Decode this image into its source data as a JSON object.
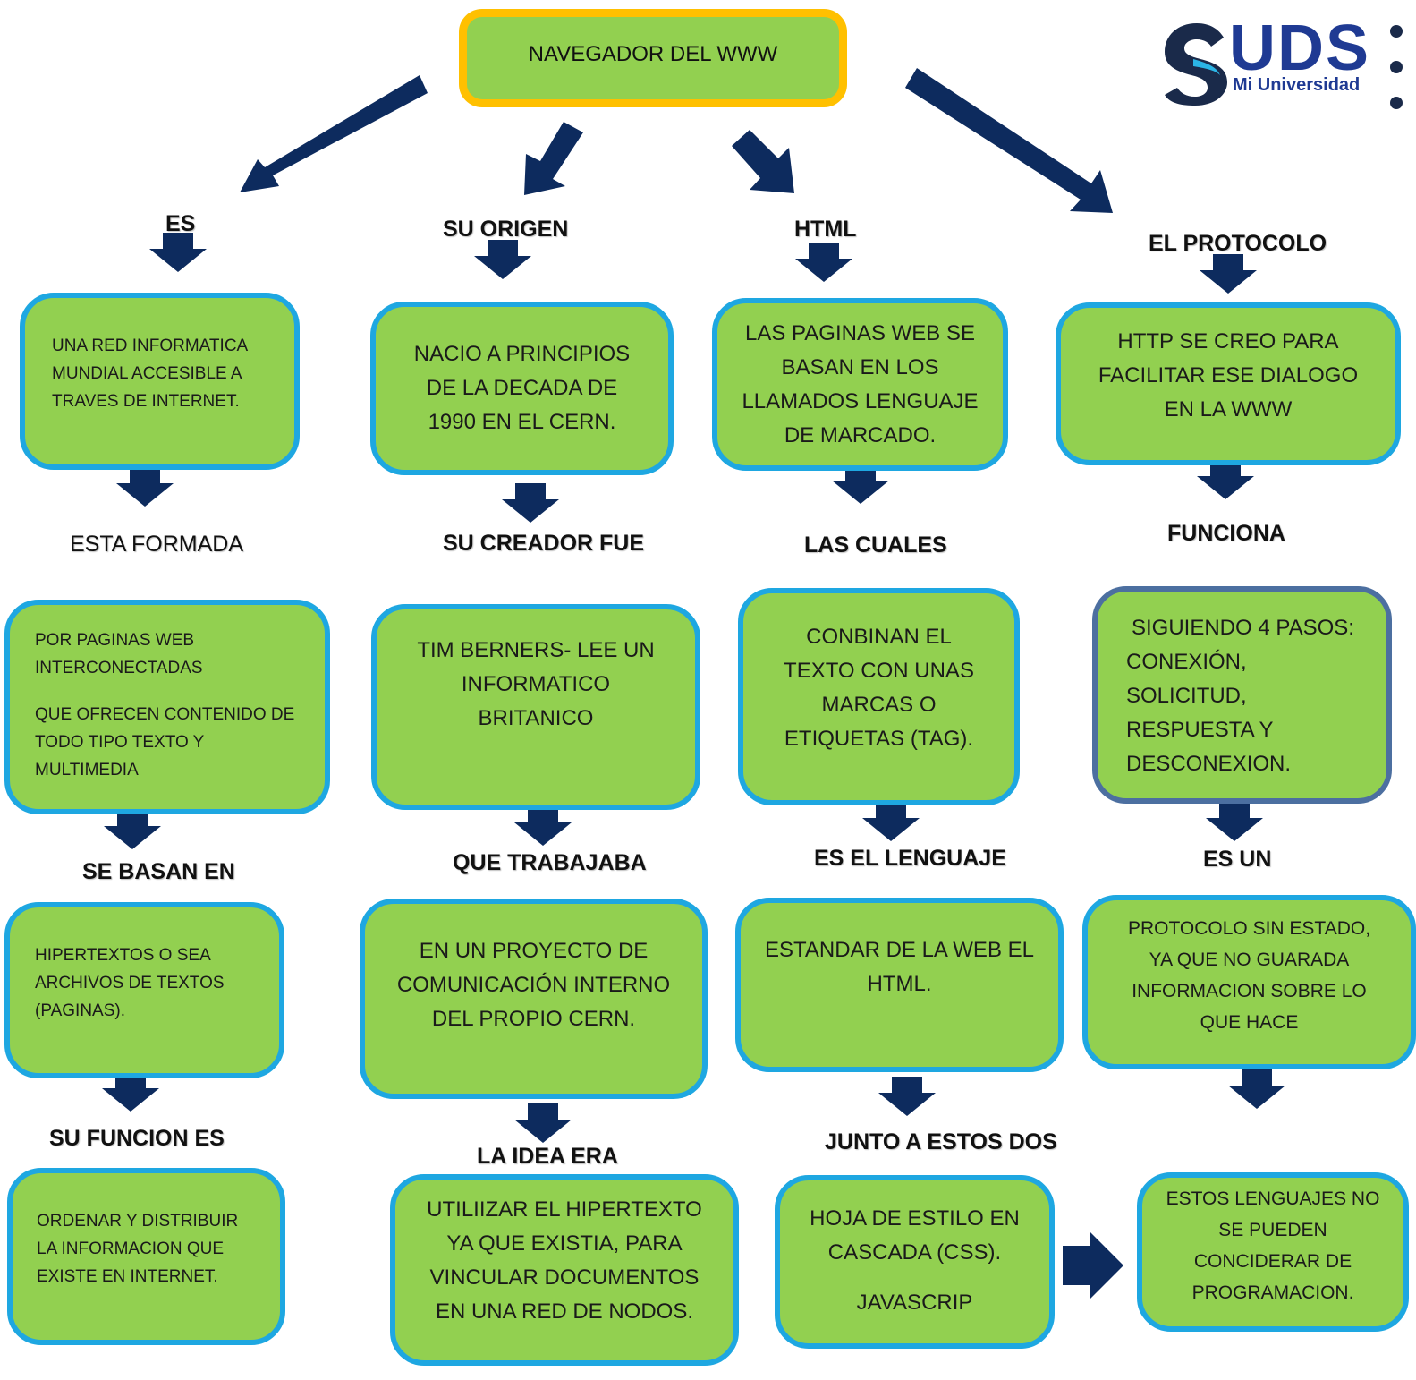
{
  "title": "NAVEGADOR DEL WWW",
  "logo": {
    "name": "UDS",
    "tagline": "Mi Universidad",
    "accent": "#2bb5e6",
    "brand": "#1f3a93"
  },
  "colors": {
    "box_fill": "#92d050",
    "box_border": "#1ea7e1",
    "title_border": "#ffc000",
    "arrow": "#0d2b5e"
  },
  "columns": [
    {
      "heading": "ES",
      "box1": "UNA RED INFORMATICA\nMUNDIAL ACCESIBLE A\nTRAVES DE INTERNET.",
      "label2": "ESTA FORMADA",
      "box2a": "POR PAGINAS WEB\nINTERCONECTADAS",
      "box2b": "QUE OFRECEN CONTENIDO DE\nTODO TIPO TEXTO Y\nMULTIMEDIA",
      "label3": "SE BASAN EN",
      "box3": "HIPERTEXTOS O SEA\nARCHIVOS DE TEXTOS\n(PAGINAS).",
      "label4": "SU FUNCION ES",
      "box4": "ORDENAR Y DISTRIBUIR\nLA INFORMACION QUE\nEXISTE EN INTERNET."
    },
    {
      "heading": "SU ORIGEN",
      "box1": "NACIO A PRINCIPIOS\nDE LA DECADA DE\n1990 EN EL CERN.",
      "label2": "SU CREADOR FUE",
      "box2": "TIM BERNERS- LEE UN\nINFORMATICO\nBRITANICO",
      "label3": "QUE TRABAJABA",
      "box3": "EN UN PROYECTO DE\nCOMUNICACIÓN INTERNO\nDEL PROPIO CERN.",
      "label4": "LA IDEA ERA",
      "box4": "UTILIIZAR EL HIPERTEXTO\nYA QUE EXISTIA, PARA\nVINCULAR DOCUMENTOS\nEN UNA RED DE NODOS."
    },
    {
      "heading": "HTML",
      "box1": "LAS PAGINAS WEB SE\nBASAN EN LOS\nLLAMADOS LENGUAJE\nDE MARCADO.",
      "label2": "LAS CUALES",
      "box2": "CONBINAN EL\nTEXTO CON UNAS\nMARCAS O\nETIQUETAS (TAG).",
      "label3": "ES EL LENGUAJE",
      "box3": "ESTANDAR DE LA WEB EL\nHTML.",
      "label4": "JUNTO A ESTOS DOS",
      "box4a": "HOJA DE ESTILO EN\nCASCADA (CSS).",
      "box4b": "JAVASCRIP"
    },
    {
      "heading": "EL PROTOCOLO",
      "box1": "HTTP SE CREO PARA\nFACILITAR ESE DIALOGO\nEN LA WWW",
      "label2": "FUNCIONA",
      "box2a": "SIGUIENDO 4 PASOS:",
      "box2b": "CONEXIÓN,\nSOLICITUD,\nRESPUESTA Y\nDESCONEXION.",
      "label3": "ES UN",
      "box3": "PROTOCOLO SIN ESTADO,\nYA QUE NO GUARADA\nINFORMACION SOBRE LO\nQUE HACE",
      "box4": "ESTOS LENGUAJES NO\nSE PUEDEN\nCONCIDERAR DE\nPROGRAMACION."
    }
  ]
}
